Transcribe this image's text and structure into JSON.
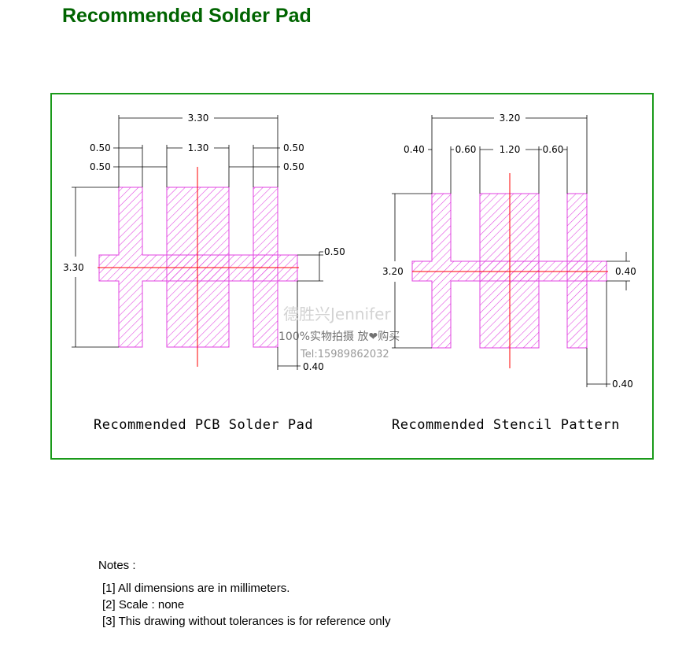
{
  "title": "Recommended Solder Pad",
  "pcb": {
    "total_width": "3.30",
    "left_gap": "0.50",
    "left_pad": "0.50",
    "center_pad": "1.30",
    "right_gap": "0.50",
    "right_pad": "0.50",
    "height": "3.30",
    "tab_height": "0.50",
    "tab_extension": "0.40",
    "caption": "Recommended PCB Solder Pad"
  },
  "stencil": {
    "total_width": "3.20",
    "left_pad": "0.40",
    "left_gap": "0.60",
    "center_pad": "1.20",
    "right_gap": "0.60",
    "height": "3.20",
    "tab_height": "0.40",
    "tab_extension": "0.40",
    "caption": "Recommended Stencil Pattern"
  },
  "watermark": {
    "line1": "德胜兴Jennifer",
    "line2": "100%实物拍摄  放❤购买",
    "line3": "Tel:15989862032"
  },
  "notes": {
    "heading": "Notes :",
    "items": [
      "[1] All dimensions are in millimeters.",
      "[2] Scale :  none",
      "[3] This drawing without tolerances is for reference only"
    ]
  },
  "colors": {
    "title": "#006400",
    "border": "#1a9a1a",
    "hatch": "#e040e0",
    "centerline": "#ff0000"
  }
}
